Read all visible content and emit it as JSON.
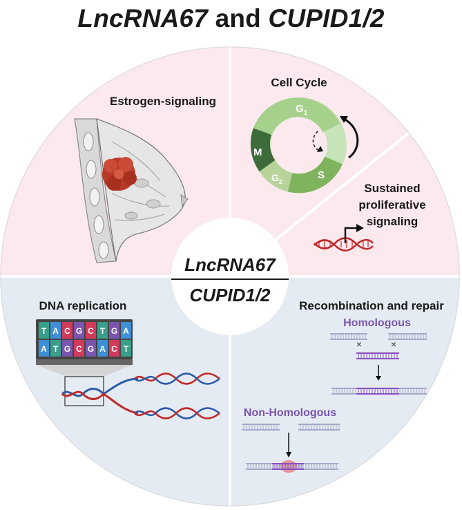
{
  "title": {
    "part1": "LncRNA67",
    "part2": " and ",
    "part3": "CUPID1/2"
  },
  "center": {
    "top": "LncRNA67",
    "bottom": "CUPID1/2"
  },
  "sections": {
    "estrogen": "Estrogen-signaling",
    "cell_cycle": "Cell Cycle",
    "proliferative": [
      "Sustained",
      "proliferative",
      "signaling"
    ],
    "dna_replication": "DNA replication",
    "recombination": "Recombination and repair",
    "homologous": "Homologous",
    "non_homologous": "Non-Homologous"
  },
  "cell_cycle_phases": {
    "g1": "G",
    "g1_sub": "1",
    "s": "S",
    "g2": "G",
    "g2_sub": "2",
    "m": "M"
  },
  "dna_bases": {
    "top": [
      "T",
      "A",
      "C",
      "G",
      "C",
      "T",
      "G",
      "A"
    ],
    "bottom": [
      "A",
      "T",
      "G",
      "C",
      "G",
      "A",
      "C",
      "T"
    ]
  },
  "colors": {
    "pink_bg": "#fbe9ee",
    "blue_bg": "#e4ebf2",
    "divider": "#ffffff"
  }
}
